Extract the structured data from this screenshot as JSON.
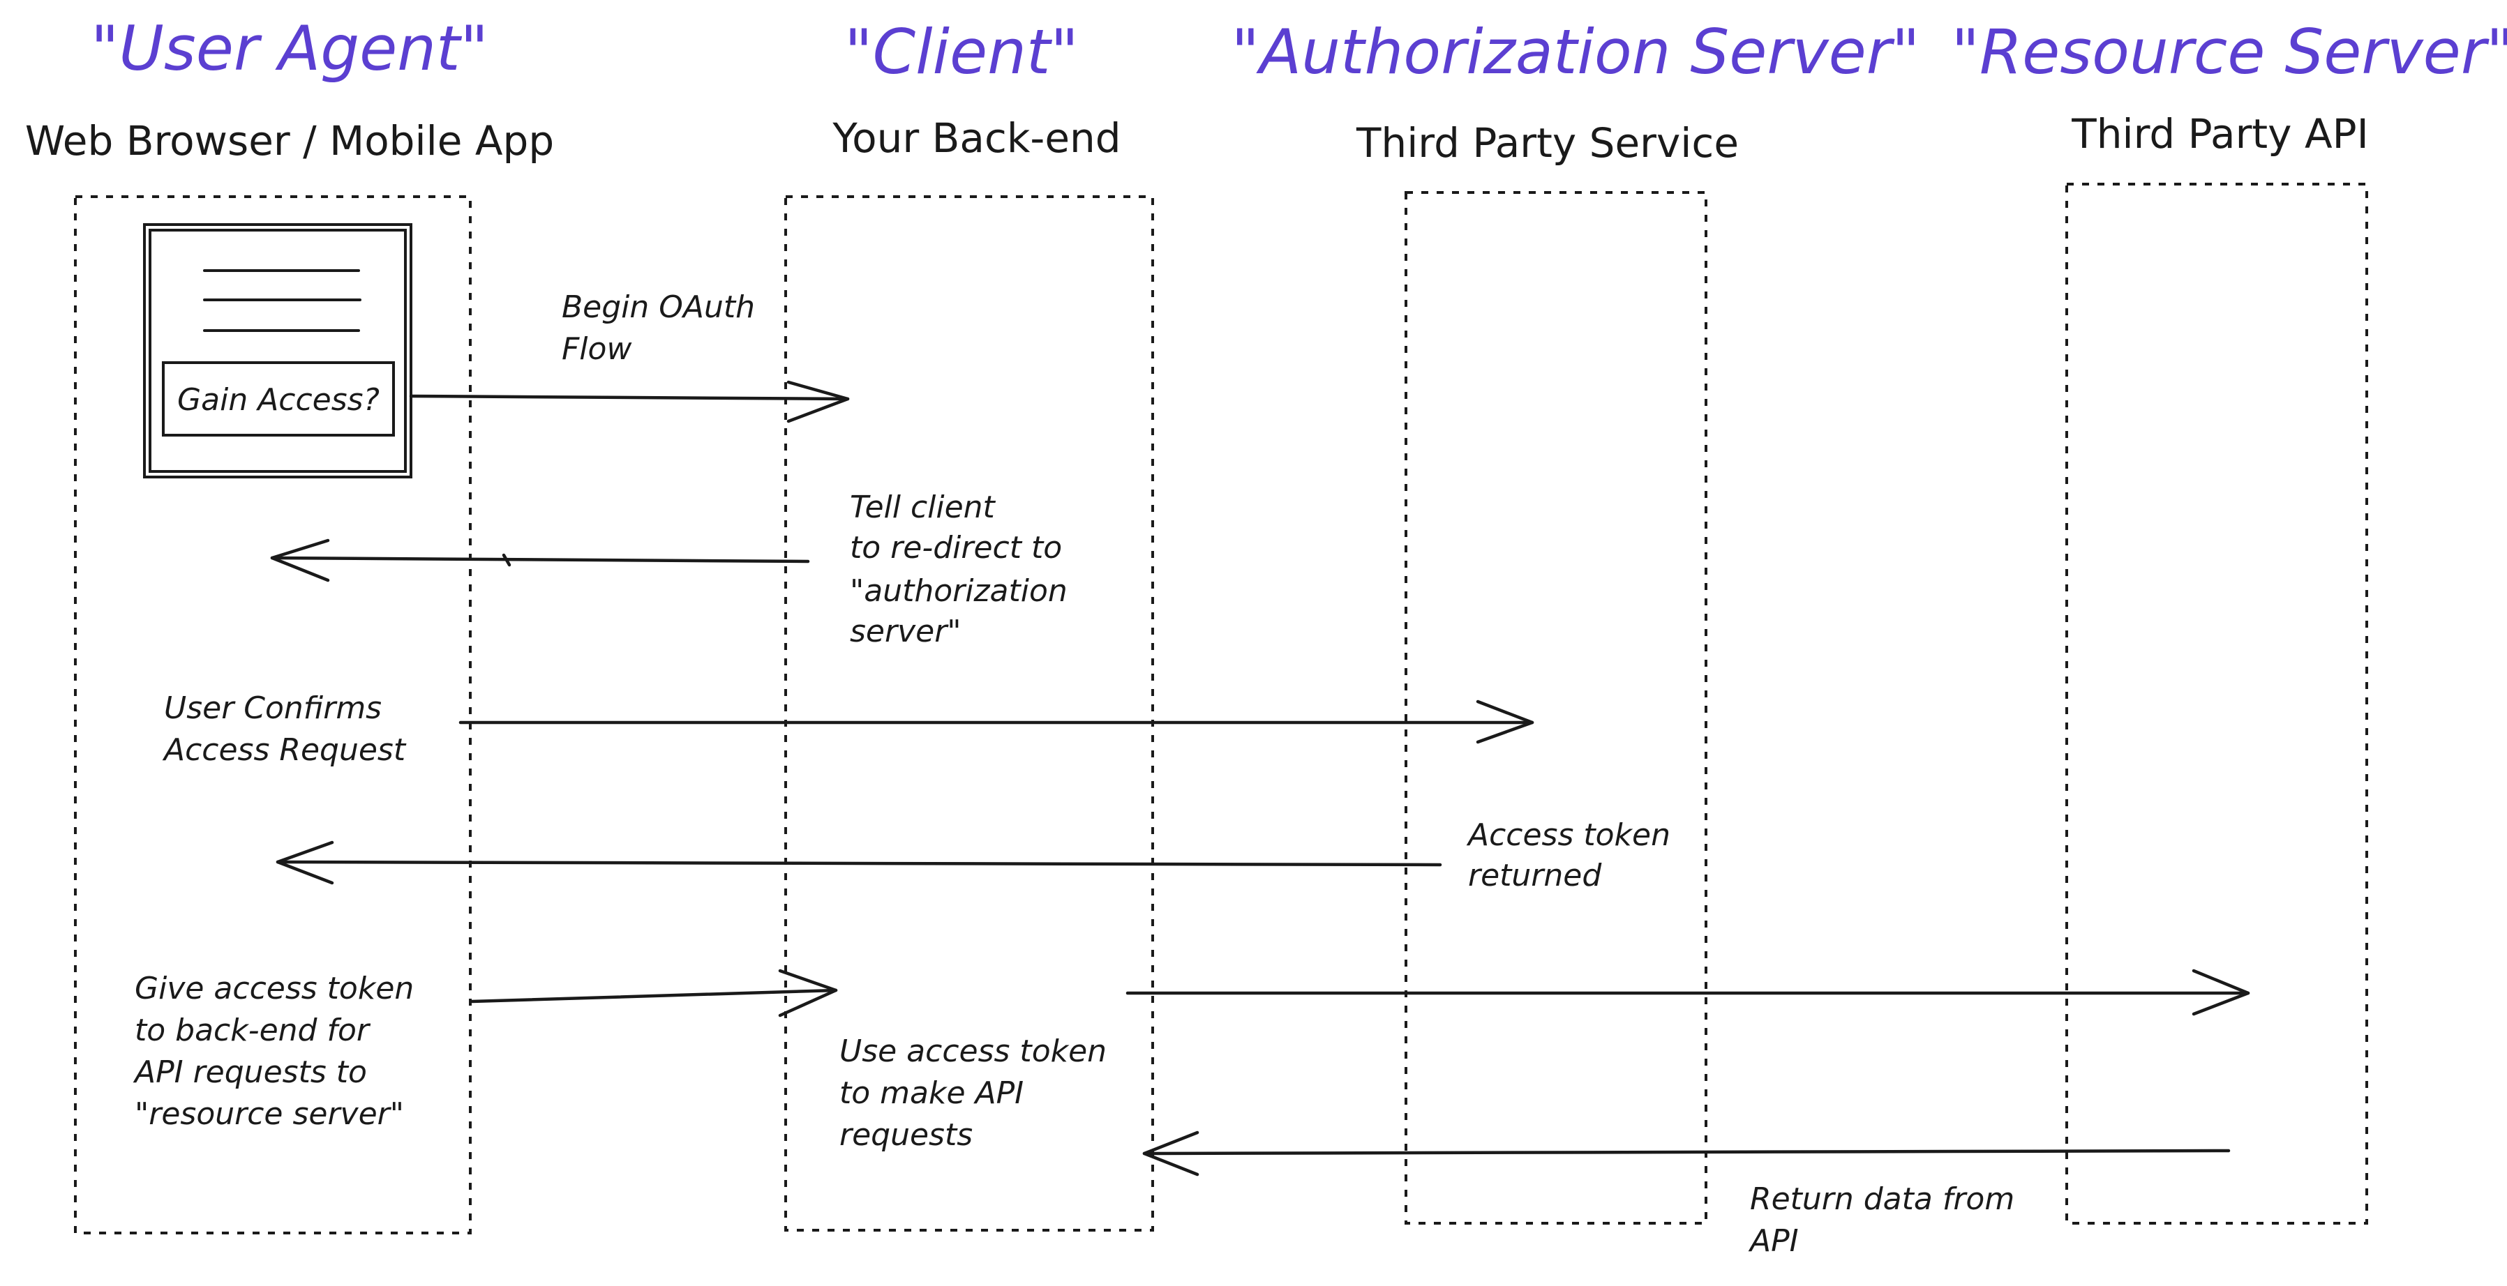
{
  "participants": [
    {
      "role": "\"User Agent\"",
      "system": "Web Browser / Mobile App"
    },
    {
      "role": "\"Client\"",
      "system": "Your Back-end"
    },
    {
      "role": "\"Authorization Server\"",
      "system": "Third Party Service"
    },
    {
      "role": "\"Resource Server\"",
      "system": "Third Party API"
    }
  ],
  "mockup": {
    "button_label": "Gain Access?"
  },
  "messages": [
    {
      "from": "User Agent",
      "to": "Client",
      "lines": [
        "Begin OAuth",
        "Flow"
      ]
    },
    {
      "from": "Client",
      "to": "User Agent",
      "lines": [
        "Tell client",
        "to re-direct to",
        "\"authorization",
        "server\""
      ]
    },
    {
      "from": "User Agent",
      "to": "Authorization Server",
      "lines": [
        "User Confirms",
        "Access Request"
      ]
    },
    {
      "from": "Authorization Server",
      "to": "User Agent",
      "lines": [
        "Access token",
        "returned"
      ]
    },
    {
      "from": "User Agent",
      "to": "Client",
      "lines": [
        "Give access token",
        "to back-end for",
        "API requests to",
        "\"resource server\""
      ]
    },
    {
      "from": "Client",
      "to": "Resource Server",
      "lines": [
        "Use access token",
        "to make API",
        "requests"
      ]
    },
    {
      "from": "Resource Server",
      "to": "Client",
      "lines": [
        "Return data from",
        "API"
      ]
    }
  ],
  "colors": {
    "role_title": "#5b3fd1",
    "ink": "#1a1a1a"
  }
}
